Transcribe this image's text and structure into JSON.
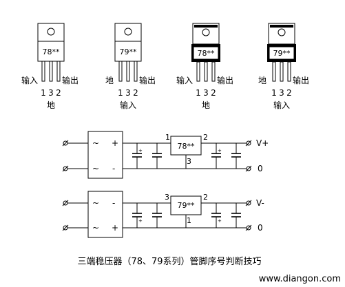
{
  "packages": [
    {
      "part": "78**",
      "left_lead": "输入",
      "right_lead": "输出",
      "bottom_lead": "地",
      "pins": [
        "1",
        "3",
        "2"
      ]
    },
    {
      "part": "79**",
      "left_lead": "地",
      "right_lead": "输出",
      "bottom_lead": "输入",
      "pins": [
        "1",
        "3",
        "2"
      ]
    },
    {
      "part": "78**",
      "left_lead": "输入",
      "right_lead": "输出",
      "bottom_lead": "地",
      "pins": [
        "1",
        "3",
        "2"
      ]
    },
    {
      "part": "79**",
      "left_lead": "地",
      "right_lead": "输出",
      "bottom_lead": "输入",
      "pins": [
        "1",
        "3",
        "2"
      ]
    }
  ],
  "circuits": [
    {
      "regulator": "78**",
      "pin_in": "1",
      "pin_out": "2",
      "pin_gnd": "3",
      "bridge_ac_top": "~",
      "bridge_ac_bottom": "~",
      "bridge_pos": "+",
      "bridge_neg": "-",
      "out_top": "V+",
      "out_bottom": "0",
      "cap_plus": "+"
    },
    {
      "regulator": "79**",
      "pin_in": "3",
      "pin_out": "2",
      "pin_gnd": "1",
      "bridge_ac_top": "~",
      "bridge_ac_bottom": "~",
      "bridge_pos": "-",
      "bridge_neg": "+",
      "out_top": "V-",
      "out_bottom": "0",
      "cap_plus": "+"
    }
  ],
  "caption": "三端稳压器（78、79系列）管脚序号判断技巧",
  "watermark": "www.diangon.com"
}
